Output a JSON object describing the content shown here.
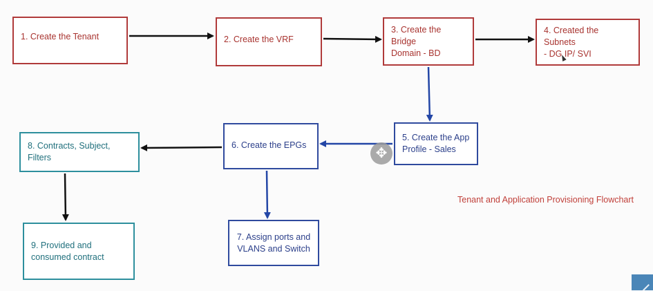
{
  "diagram": {
    "caption": "Tenant and Application Provisioning Flowchart",
    "steps": [
      {
        "id": "b1",
        "lines": [
          "1. Create the Tenant"
        ]
      },
      {
        "id": "b2",
        "lines": [
          "2. Create the VRF"
        ]
      },
      {
        "id": "b3",
        "lines": [
          "3. Create the Bridge",
          "Domain - BD"
        ]
      },
      {
        "id": "b4",
        "lines": [
          "4. Created the Subnets",
          "- DG IP/ SVI"
        ]
      },
      {
        "id": "b5",
        "lines": [
          "5. Create the App",
          "Profile - Sales"
        ]
      },
      {
        "id": "b6",
        "lines": [
          "6. Create the EPGs"
        ]
      },
      {
        "id": "b7",
        "lines": [
          "7. Assign ports and",
          "VLANS and Switch"
        ]
      },
      {
        "id": "b8",
        "lines": [
          "8. Contracts, Subject,",
          "Filters"
        ]
      },
      {
        "id": "b9",
        "lines": [
          "9. Provided and",
          "consumed contract"
        ]
      }
    ],
    "connections": [
      {
        "from": "1",
        "to": "2"
      },
      {
        "from": "2",
        "to": "3"
      },
      {
        "from": "3",
        "to": "4"
      },
      {
        "from": "3",
        "to": "5"
      },
      {
        "from": "5",
        "to": "6"
      },
      {
        "from": "6",
        "to": "8"
      },
      {
        "from": "6",
        "to": "7"
      },
      {
        "from": "8",
        "to": "9"
      }
    ]
  },
  "colors": {
    "phase1_border": "#b03a3a",
    "phase2_border": "#2f4a9e",
    "phase3_border": "#2d8f9d",
    "caption_text": "#c0403a",
    "arrow_black": "#111111",
    "arrow_blue": "#2346a6"
  },
  "icons": {
    "move_handle": "move-icon",
    "mouse_cursor": "mouse-pointer-icon",
    "corner_button": "edit-pencil-icon"
  }
}
